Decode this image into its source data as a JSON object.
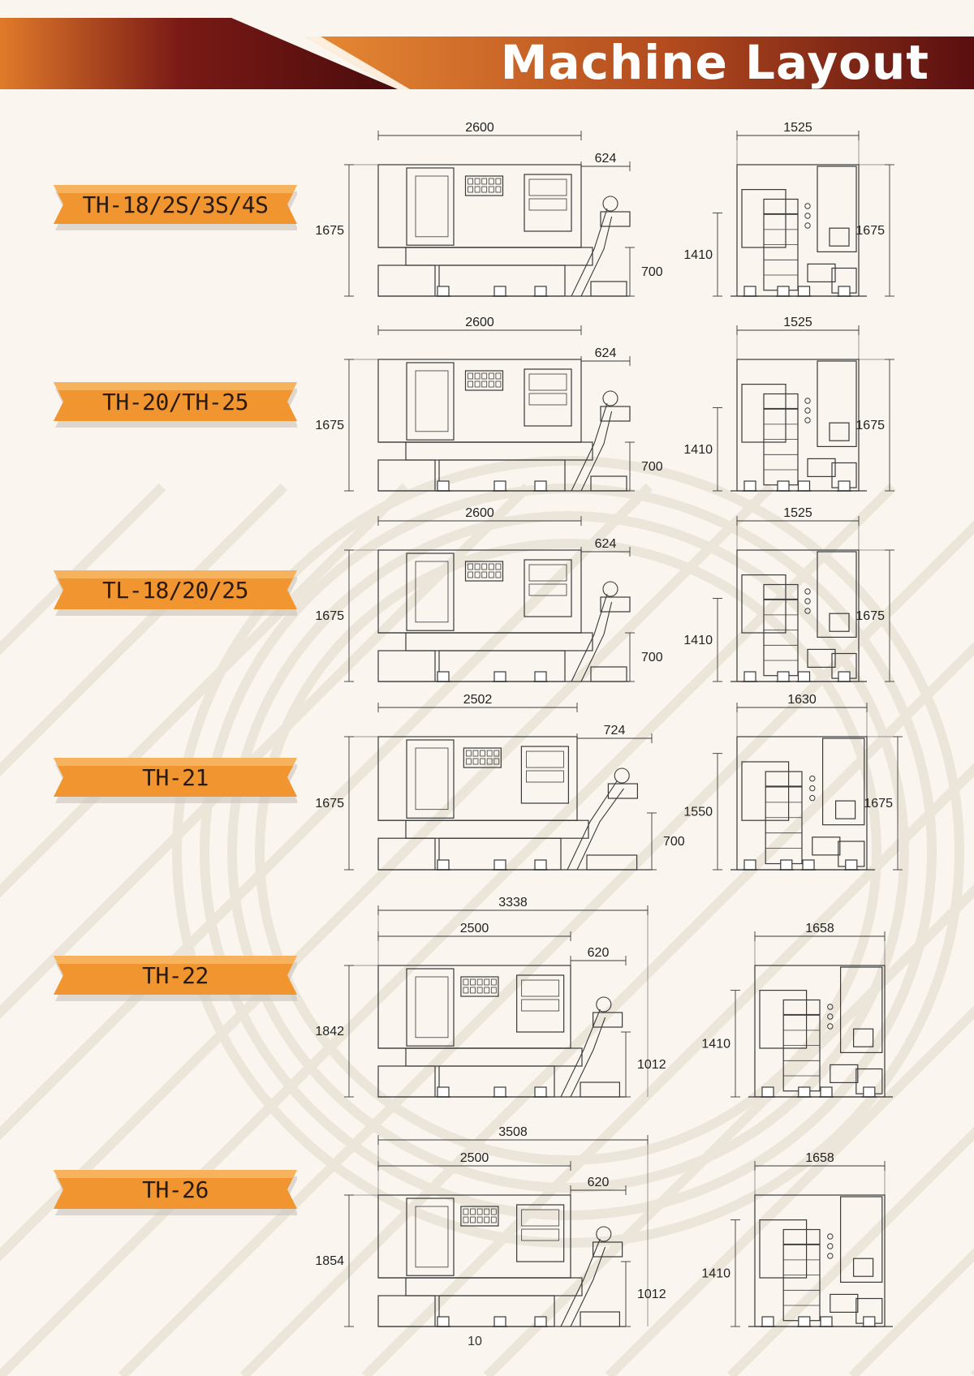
{
  "page": {
    "title": "Machine Layout",
    "page_number": "10",
    "colors": {
      "accent": "#f0952f",
      "dark_red": "#5e0f10",
      "paper": "#faf6ef"
    }
  },
  "models": [
    {
      "label": "TH-18/2S/3S/4S",
      "front": {
        "width": "2600",
        "conveyor": "624",
        "height": "1675",
        "extra": "700"
      },
      "side": {
        "width": "1525",
        "inner_height": "1410",
        "height": "1675"
      }
    },
    {
      "label": "TH-20/TH-25",
      "front": {
        "width": "2600",
        "conveyor": "624",
        "height": "1675",
        "extra": "700"
      },
      "side": {
        "width": "1525",
        "inner_height": "1410",
        "height": "1675"
      }
    },
    {
      "label": "TL-18/20/25",
      "front": {
        "width": "2600",
        "conveyor": "624",
        "height": "1675",
        "extra": "700"
      },
      "side": {
        "width": "1525",
        "inner_height": "1410",
        "height": "1675"
      }
    },
    {
      "label": "TH-21",
      "front": {
        "width": "2502",
        "conveyor": "724",
        "height": "1675",
        "extra": "700"
      },
      "side": {
        "width": "1630",
        "inner_height": "1550",
        "height": "1675"
      }
    },
    {
      "label": "TH-22",
      "front": {
        "overall": "3338",
        "width": "2500",
        "conveyor": "620",
        "height": "1842",
        "extra": "1012"
      },
      "side": {
        "width": "1658",
        "inner_height": "1410"
      }
    },
    {
      "label": "TH-26",
      "front": {
        "overall": "3508",
        "width": "2500",
        "conveyor": "620",
        "height": "1854",
        "extra": "1012"
      },
      "side": {
        "width": "1658",
        "inner_height": "1410"
      }
    }
  ]
}
